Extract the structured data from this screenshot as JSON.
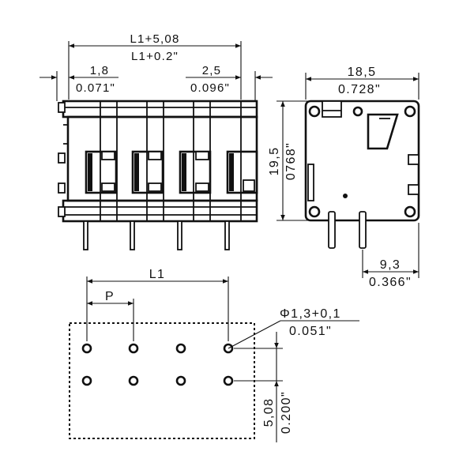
{
  "colors": {
    "line": "#111111",
    "background": "#ffffff"
  },
  "front_view": {
    "dim_total_mm": "L1+5,08",
    "dim_total_in": "L1+0.2\"",
    "dim_left_mm": "1,8",
    "dim_left_in": "0.071\"",
    "dim_right_mm": "2,5",
    "dim_right_in": "0.096\""
  },
  "side_view": {
    "dim_width_mm": "18,5",
    "dim_width_in": "0.728\"",
    "dim_height_mm": "19,5",
    "dim_height_in": "0768\"",
    "dim_pin_mm": "9,3",
    "dim_pin_in": "0.366\""
  },
  "footprint": {
    "dim_l1": "L1",
    "dim_pitch": "P",
    "dim_hole_mm": "Φ1,3+0,1",
    "dim_hole_in": "0.051\"",
    "dim_row_mm": "5,08",
    "dim_row_in": "0.200\""
  }
}
